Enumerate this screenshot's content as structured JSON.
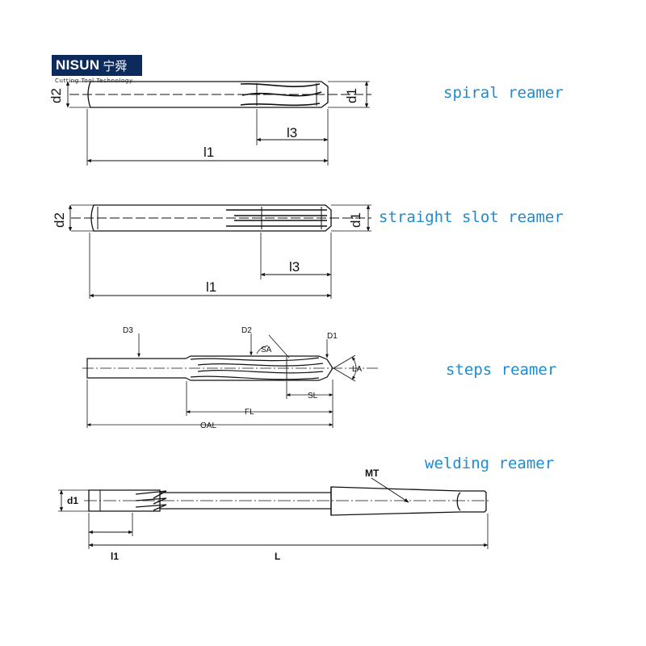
{
  "logo": {
    "brand": "NISUN",
    "brand_cn": "宁舜",
    "tagline": "Cutting Tool Technology"
  },
  "reamers": [
    {
      "title": "spiral reamer",
      "labels": {
        "shank_dia": "d2",
        "cut_dia": "d1",
        "flute_len": "l3",
        "total_len": "l1"
      }
    },
    {
      "title": "straight slot reamer",
      "labels": {
        "shank_dia": "d2",
        "cut_dia": "d1",
        "flute_len": "l3",
        "total_len": "l1"
      }
    },
    {
      "title": "steps reamer",
      "labels": {
        "d3": "D3",
        "d2": "D2",
        "d1": "D1",
        "sa": "SA",
        "la": "LA",
        "sl": "SL",
        "fl": "FL",
        "oal": "OAL"
      }
    },
    {
      "title": "welding reamer",
      "labels": {
        "mt": "MT",
        "d1": "d1",
        "l1": "l1",
        "L": "L"
      }
    }
  ],
  "colors": {
    "title": "#1e8bd0",
    "logo_bg": "#0d2a5c",
    "line": "#111111"
  }
}
